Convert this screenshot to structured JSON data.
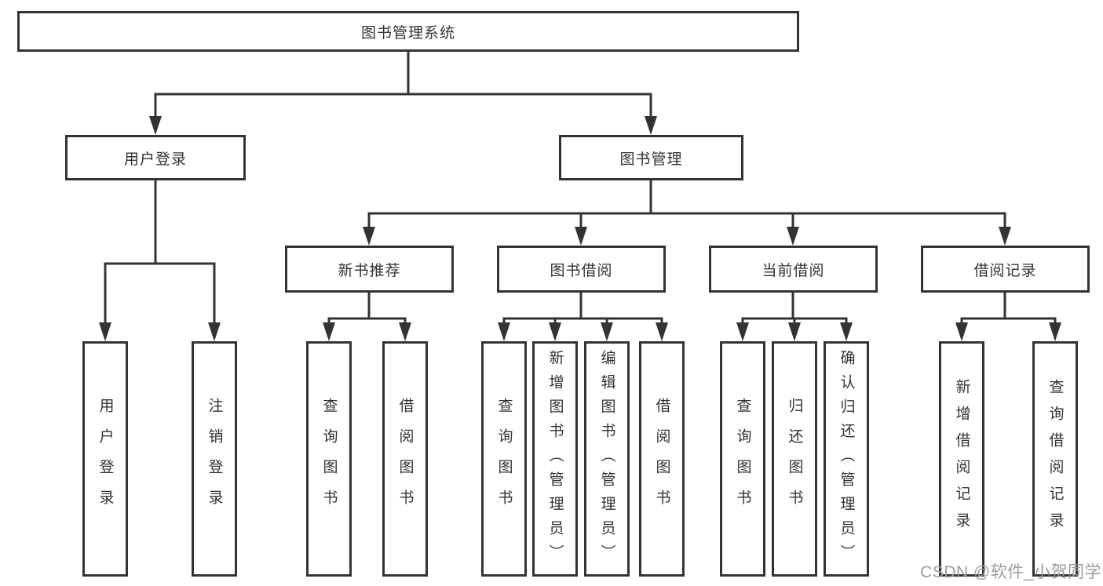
{
  "diagram_type": "hierarchy-tree",
  "tree": {
    "label": "图书管理系统",
    "children": [
      {
        "label": "用户登录",
        "children": [
          {
            "label": "用户登录"
          },
          {
            "label": "注销登录"
          }
        ]
      },
      {
        "label": "图书管理",
        "children": [
          {
            "label": "新书推荐",
            "children": [
              {
                "label": "查询图书"
              },
              {
                "label": "借阅图书"
              }
            ]
          },
          {
            "label": "图书借阅",
            "children": [
              {
                "label": "查询图书"
              },
              {
                "label": "新增图书（管理员）"
              },
              {
                "label": "编辑图书（管理员）"
              },
              {
                "label": "借阅图书"
              }
            ]
          },
          {
            "label": "当前借阅",
            "children": [
              {
                "label": "查询图书"
              },
              {
                "label": "归还图书"
              },
              {
                "label": "确认归还（管理员）"
              }
            ]
          },
          {
            "label": "借阅记录",
            "children": [
              {
                "label": "新增借阅记录"
              },
              {
                "label": "查询借阅记录"
              }
            ]
          }
        ]
      }
    ]
  },
  "watermark": "CSDN @软件_小贺同学",
  "colors": {
    "line": "#333333",
    "text": "#333333",
    "watermark_text": "#9c9c9c",
    "background": "#ffffff"
  }
}
